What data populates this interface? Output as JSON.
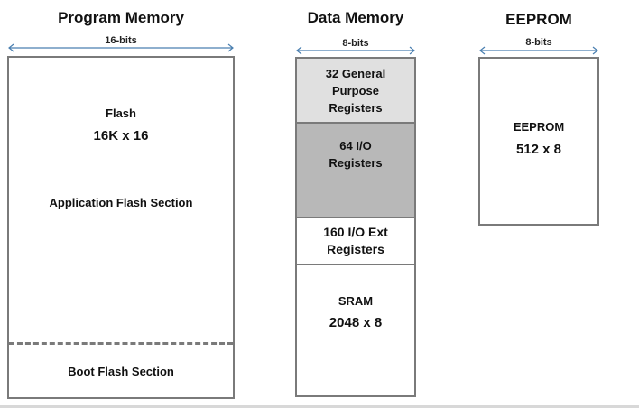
{
  "program_memory": {
    "title": "Program Memory",
    "width_label": "16-bits",
    "flash_label": "Flash",
    "flash_size": "16K x 16",
    "app_section": "Application Flash Section",
    "boot_section": "Boot Flash Section"
  },
  "data_memory": {
    "title": "Data Memory",
    "width_label": "8-bits",
    "gp_registers": [
      "32 General",
      "Purpose",
      "Registers"
    ],
    "io_registers": [
      "64 I/O",
      "Registers"
    ],
    "io_ext_registers": [
      "160 I/O Ext",
      "Registers"
    ],
    "sram_label": "SRAM",
    "sram_size": "2048 x 8"
  },
  "eeprom": {
    "title": "EEPROM",
    "width_label": "8-bits",
    "label": "EEPROM",
    "size": "512 x 8"
  },
  "colors": {
    "border": "#7a7a7a",
    "gp_fill": "#e0e0e0",
    "io_fill": "#b8b8b8",
    "arrow": "#4a7fb0"
  }
}
